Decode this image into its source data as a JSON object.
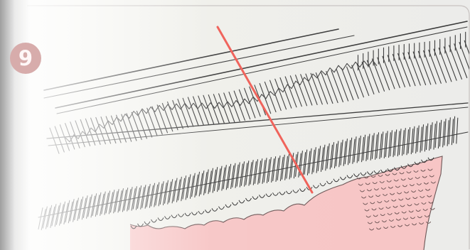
{
  "figure": {
    "step_number": "9",
    "colors": {
      "background": "#efefeb",
      "panel_border": "#c8c3c1",
      "stitch_line": "#2e2e2e",
      "marker_line": "#ef5d55",
      "knitted_fabric": "#f7c5c5",
      "fabric_edge": "#6b5555",
      "badge": "#d7acab"
    },
    "elements": {
      "carriage_rails": "carriage-rails",
      "back_needle_bed": "back-needle-bed",
      "front_needle_bed": "front-needle-bed",
      "knitted_fabric": "knitted-fabric",
      "center_marker": "center-marker-line"
    }
  }
}
